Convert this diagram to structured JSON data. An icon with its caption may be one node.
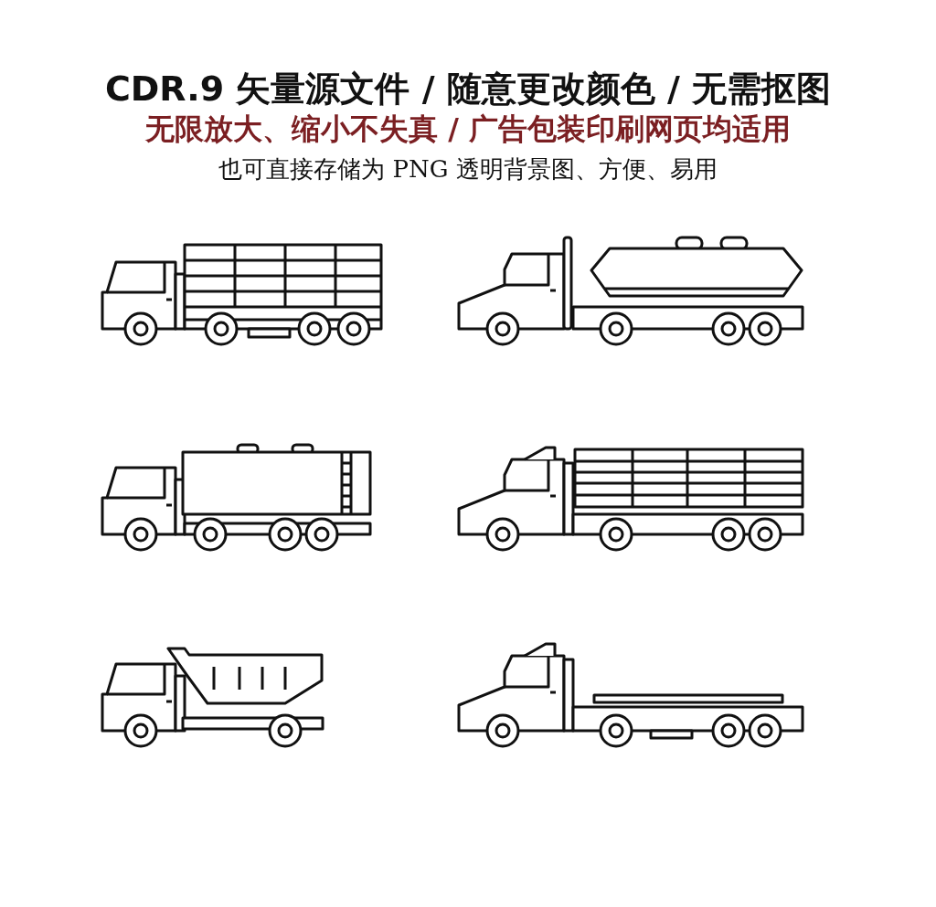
{
  "diagram": {
    "title": "CDR.9 矢量源文件 / 随意更改颜色 / 无需抠图",
    "labels": [
      "无限放大、缩小不失真 / 广告包装印刷网页均适用",
      "也可直接存储为 PNG 透明背景图、方便、易用"
    ]
  }
}
